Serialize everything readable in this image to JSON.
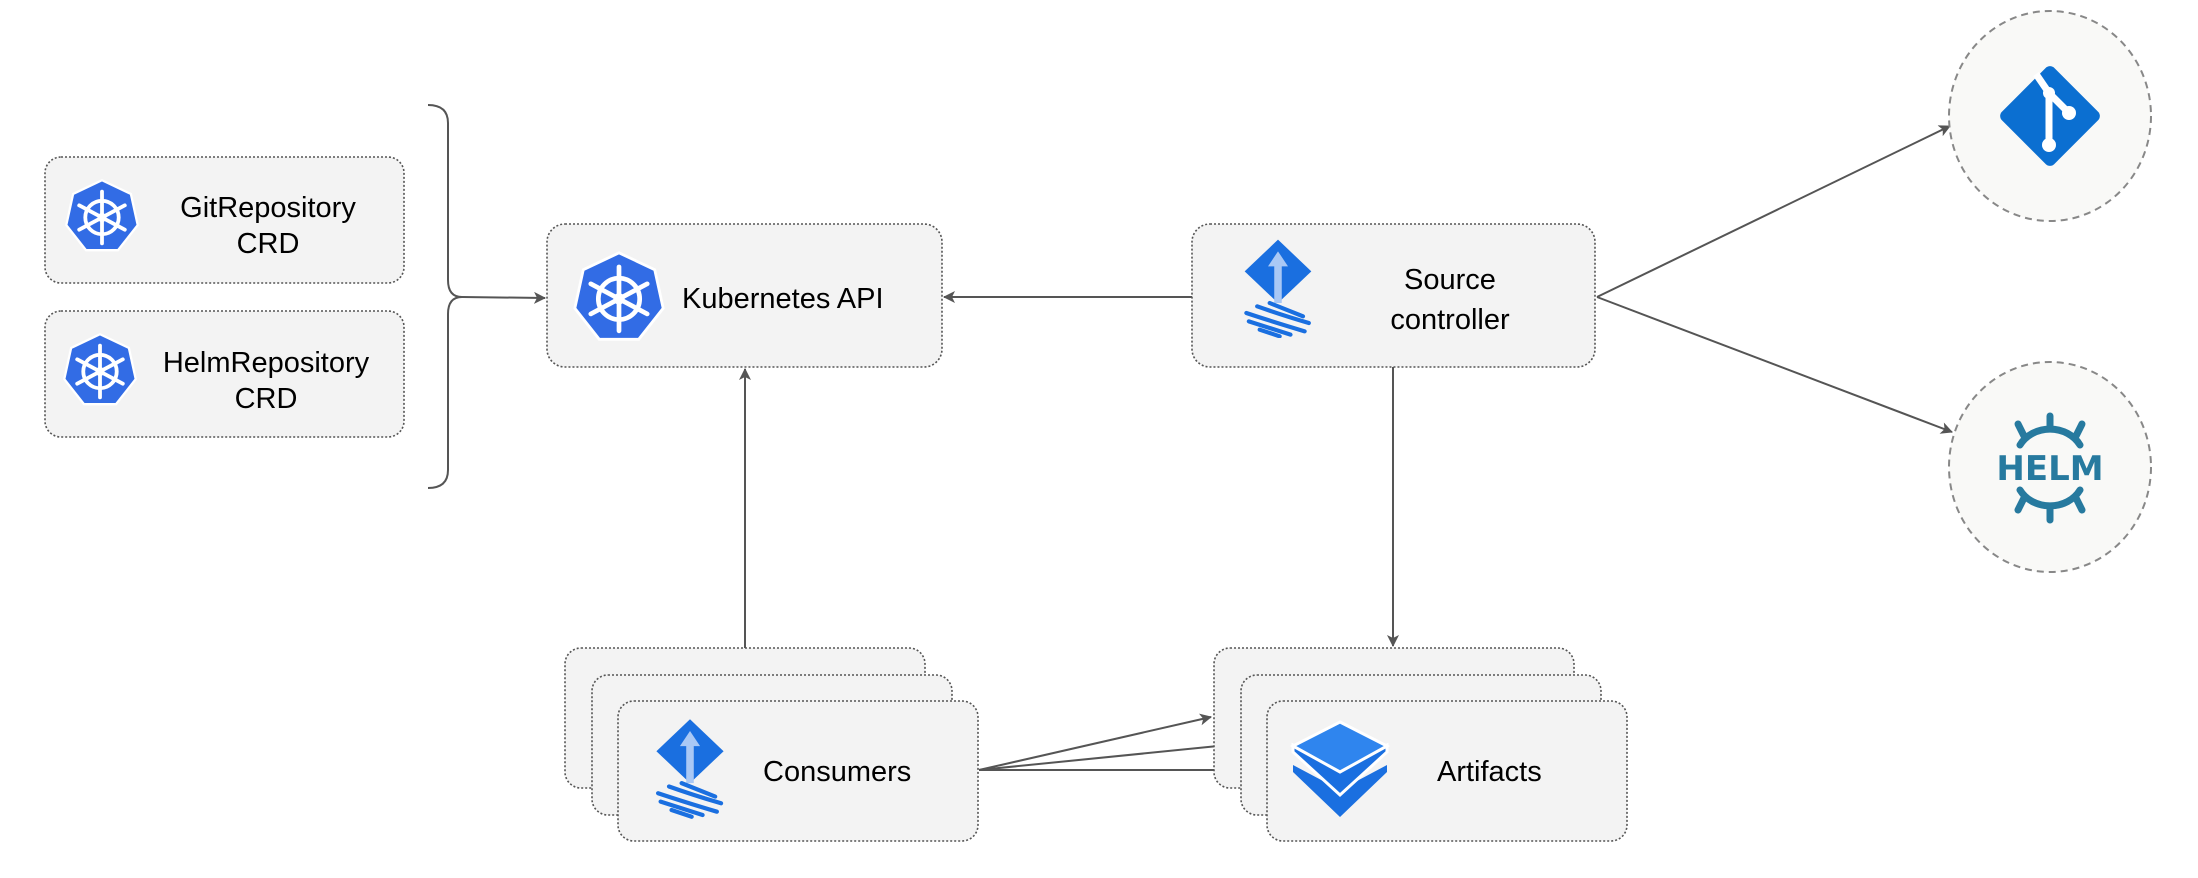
{
  "nodes": {
    "git_repository": {
      "line1": "GitRepository",
      "line2": "CRD",
      "icon": "kubernetes-icon"
    },
    "helm_repository": {
      "line1": "HelmRepository",
      "line2": "CRD",
      "icon": "kubernetes-icon"
    },
    "kubernetes_api": {
      "label": "Kubernetes API",
      "icon": "kubernetes-icon"
    },
    "source_controller": {
      "line1": "Source",
      "line2": "controller",
      "icon": "flux-icon"
    },
    "consumers": {
      "label": "Consumers",
      "icon": "flux-icon"
    },
    "artifacts": {
      "label": "Artifacts",
      "icon": "layers-icon"
    },
    "git": {
      "icon": "git-icon"
    },
    "helm": {
      "icon": "helm-icon",
      "wordmark": "HELM"
    }
  },
  "colors": {
    "kubernetes": "#326ce5",
    "flux": "#1a6fe0",
    "git": "#0b6fd1",
    "helm": "#277a9f",
    "edge": "#555555"
  }
}
